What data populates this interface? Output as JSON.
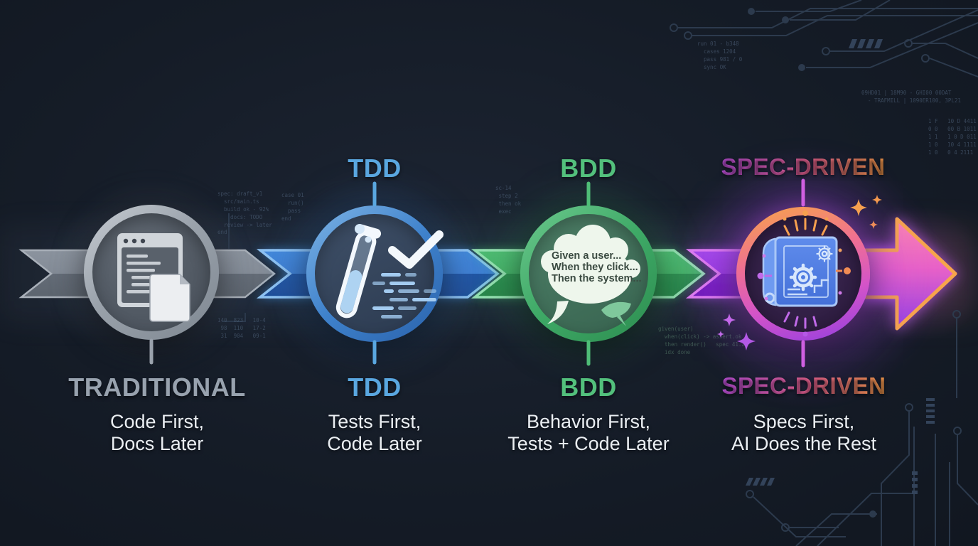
{
  "stages": [
    {
      "id": "traditional",
      "top_label": "",
      "name": "TRADITIONAL",
      "subtitle_line1": "Code First,",
      "subtitle_line2": "Docs Later",
      "accent": "#98a2ae",
      "icon": "code-window-document-icon"
    },
    {
      "id": "tdd",
      "top_label": "TDD",
      "name": "TDD",
      "subtitle_line1": "Tests First,",
      "subtitle_line2": "Code Later",
      "accent": "#5aa7e0",
      "icon": "test-tube-checkmark-icon"
    },
    {
      "id": "bdd",
      "top_label": "BDD",
      "name": "BDD",
      "subtitle_line1": "Behavior First,",
      "subtitle_line2": "Tests + Code Later",
      "accent": "#53c07c",
      "icon": "speech-bubbles-icon"
    },
    {
      "id": "spec-driven",
      "top_label": "SPEC-DRIVEN",
      "name": "SPEC-DRIVEN",
      "subtitle_line1": "Specs First,",
      "subtitle_line2": "AI Does the Rest",
      "accent_gradient": [
        "#bb4fd8",
        "#f59a4a"
      ],
      "icon": "blueprint-gears-icon"
    }
  ],
  "bdd_bubble": {
    "line1": "Given a user...",
    "line2": "When they click...",
    "line3": "Then the system..."
  },
  "flow": {
    "direction": "left-to-right",
    "band_colors": {
      "traditional": "#79818c",
      "tdd": "#2f6cc0",
      "bdd": "#3aa763",
      "spec": "#8f32d8"
    },
    "final_arrow_outline": "#f7a54b",
    "final_arrow_fill": [
      "#fb84b0",
      "#9340e2"
    ]
  },
  "background": {
    "base_color": "#151c27",
    "decor_code_snippets": [
      "spec: draft_v1\n  src/main.ts\n  build ok - 92%\n    docs: TODO\n  review -> later\nend",
      "140  823   10-4\n 98  110   17-2\n 31  904   09-1",
      "case 01\n  run()\n  pass\nend",
      "sc-14\n step 2\n then ok\n exec",
      "given(user)\n  when(click) -> assert.ok\n  then render()   spec 41.2\n  idx done",
      "run 01 - b348\n  cases 1204\n  pass 981 / 0\n  sync OK",
      "09HD01 | 18M90 - GHI00 00DAT\n  - TRAFMILL | 1090ER100, 3PL21",
      "1 F   10 D 4411\n0 0   00 B 1011\n1 1   1 0 D 011\n1 0   10 4 1111\n1 0   0 4 2111"
    ]
  }
}
